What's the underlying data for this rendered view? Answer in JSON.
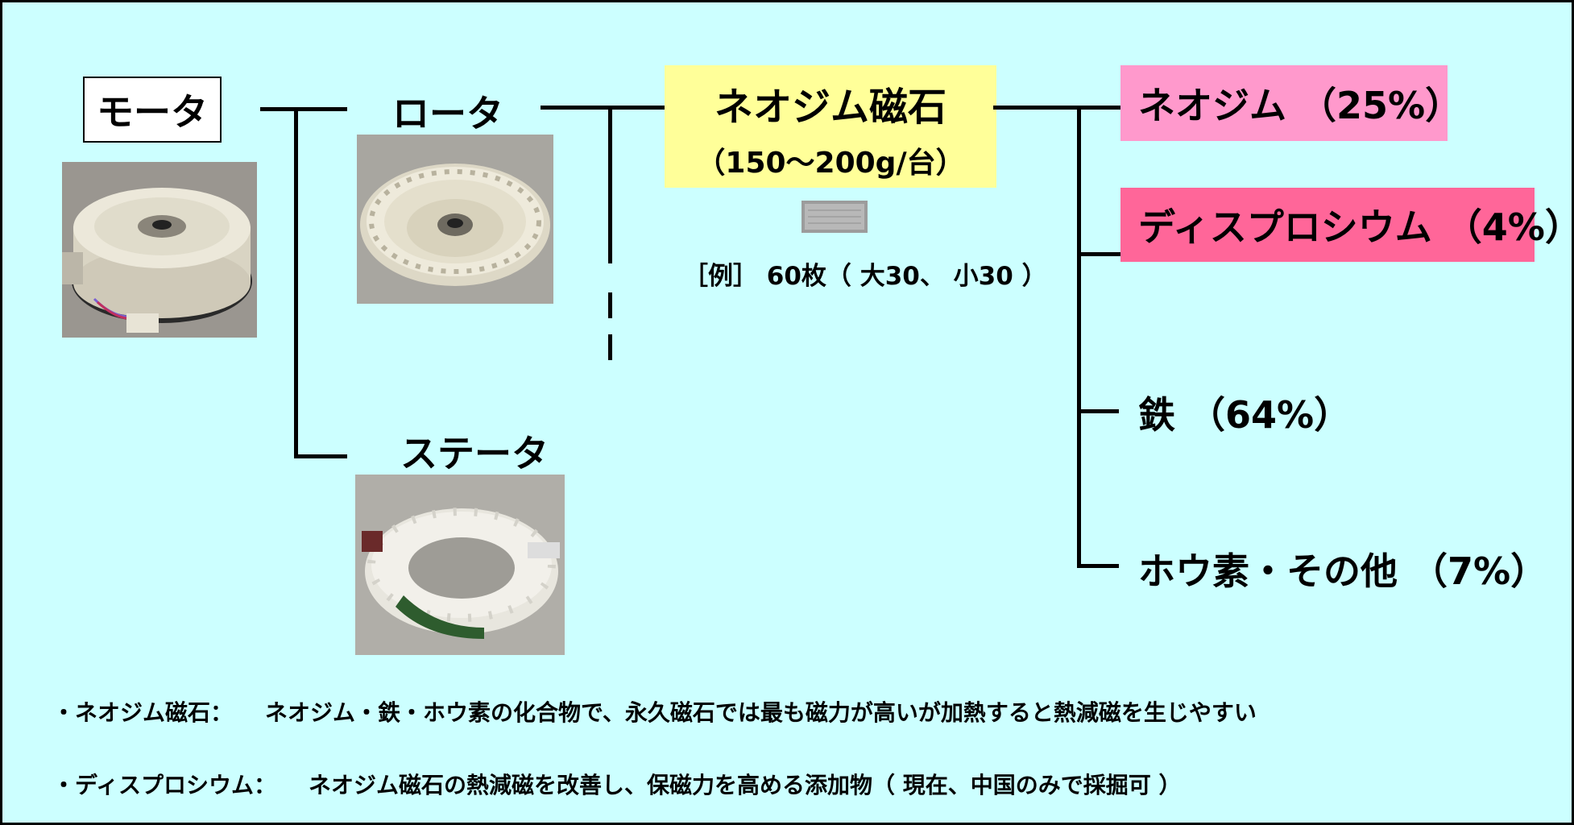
{
  "motor": {
    "label": "モータ"
  },
  "rotor": {
    "label": "ロータ"
  },
  "stator": {
    "label": "ステータ"
  },
  "magnet": {
    "title": "ネオジム磁石",
    "amount": "（150～200g/台）",
    "example": "［例］ 60枚（ 大30、 小30 ）"
  },
  "components": [
    {
      "label": "ネオジム （25%）",
      "bg": "#ff99cc"
    },
    {
      "label": "ディスプロシウム （4%）",
      "bg": "#ff6699"
    },
    {
      "label": "鉄 （64%）",
      "bg": ""
    },
    {
      "label": "ホウ素・その他 （7%）",
      "bg": ""
    }
  ],
  "notes": [
    {
      "label": "・ネオジム磁石：",
      "text": "ネオジム・鉄・ホウ素の化合物で、永久磁石では最も磁力が高いが加熱すると熱減磁を生じやすい"
    },
    {
      "label": "・ディスプロシウム：",
      "text": "ネオジム磁石の熱減磁を改善し、保磁力を高める添加物（ 現在、中国のみで採掘可 ）"
    }
  ],
  "colors": {
    "background": "#ccffff",
    "magnet_box": "#ffff99",
    "neodymium_box": "#ff99cc",
    "dysprosium_box": "#ff6699"
  }
}
